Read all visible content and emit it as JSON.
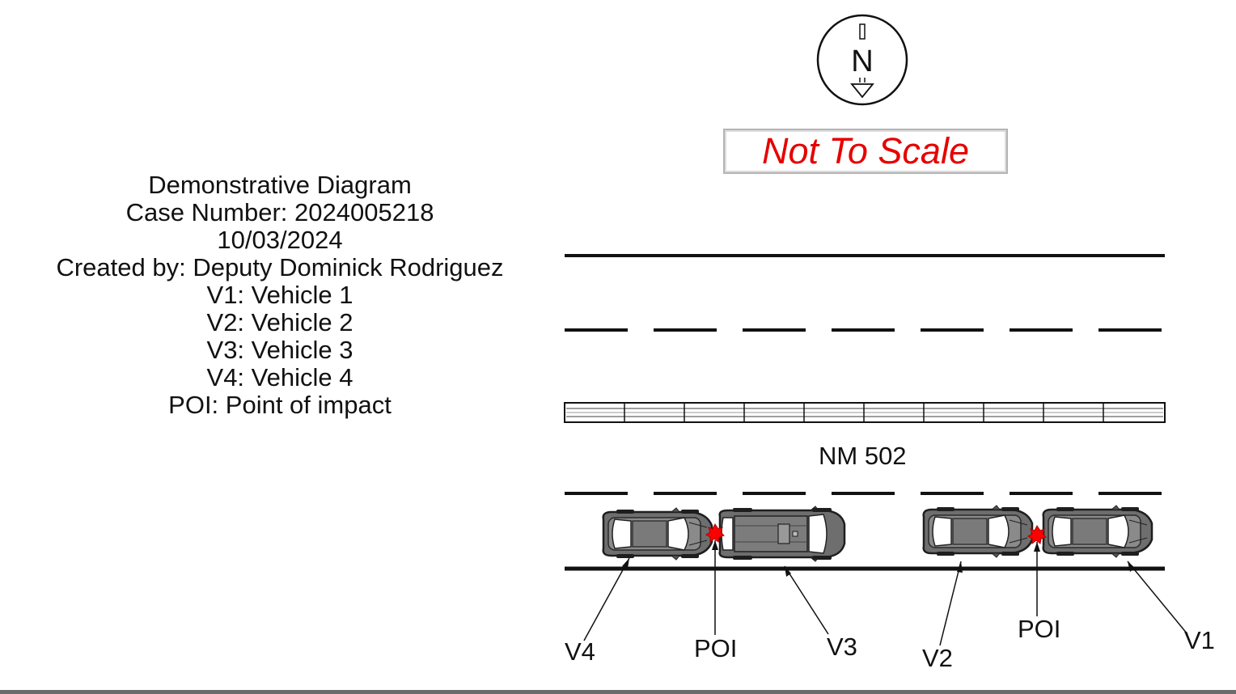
{
  "legend": {
    "lines": [
      "Demonstrative Diagram",
      "Case Number: 2024005218",
      "10/03/2024",
      "Created by: Deputy Dominick Rodriguez",
      "V1: Vehicle 1",
      "V2: Vehicle 2",
      "V3: Vehicle 3",
      "V4: Vehicle 4",
      "POI: Point of impact"
    ]
  },
  "scale_note": "Not To Scale",
  "compass": {
    "letter": "N",
    "icon": "north-arrow-icon"
  },
  "road": {
    "name": "NM 502"
  },
  "labels": {
    "v1": "V1",
    "v2": "V2",
    "v3": "V3",
    "v4": "V4",
    "poi_left": "POI",
    "poi_right": "POI"
  },
  "colors": {
    "scale_note": "#e60000",
    "impact": "#ff0000",
    "vehicle_body": "#6e6e6e",
    "vehicle_window": "#ffffff"
  }
}
